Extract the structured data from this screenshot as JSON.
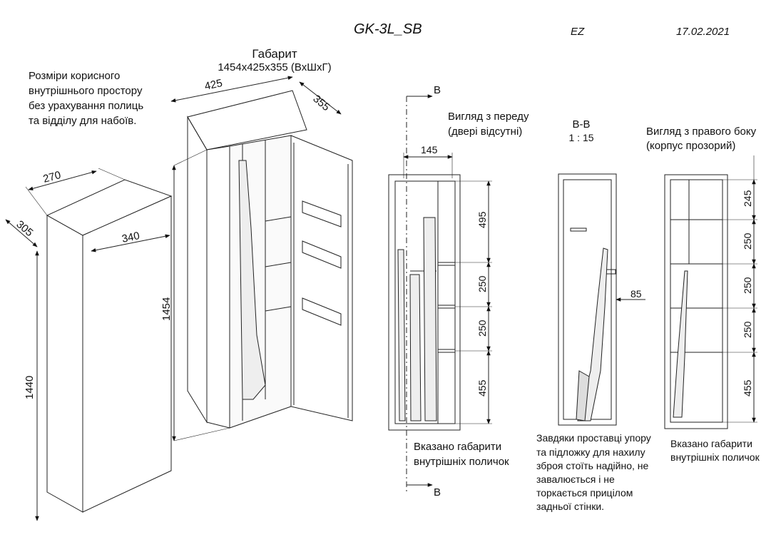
{
  "header": {
    "model": "GK-3L_SB",
    "author": "EZ",
    "date": "17.02.2021"
  },
  "overall": {
    "title": "Габарит",
    "size": "1454x425x355 (ВхШхГ)",
    "width": "425",
    "depth": "355",
    "height": "1454"
  },
  "inner_space": {
    "caption": [
      "Розміри корисного",
      "внутрішнього простору",
      "без урахування полиць",
      "та відділу для набоїв."
    ],
    "width": "270",
    "depth_top": "305",
    "depth_side": "340",
    "height": "1440"
  },
  "front_view": {
    "title": [
      "Вигляд з переду",
      "(двері відсутні)"
    ],
    "width": "145",
    "shelves": [
      "495",
      "250",
      "250",
      "455"
    ],
    "section_mark": "B",
    "caption": [
      "Вказано габарити",
      "внутрішніх поличок"
    ]
  },
  "section_view": {
    "title": "B-B",
    "scale": "1 : 15",
    "offset": "85",
    "caption": [
      "Завдяки проставці упору",
      "та підложку для нахилу",
      "зброя стоїть надійно, не",
      "завалюється і не",
      "торкається прицілом",
      "задньої стінки."
    ]
  },
  "side_view": {
    "title": [
      "Вигляд з правого боку",
      "(корпус прозорий)"
    ],
    "shelves": [
      "245",
      "250",
      "250",
      "250",
      "455"
    ],
    "caption": [
      "Вказано габарити",
      "внутрішніх поличок"
    ]
  }
}
